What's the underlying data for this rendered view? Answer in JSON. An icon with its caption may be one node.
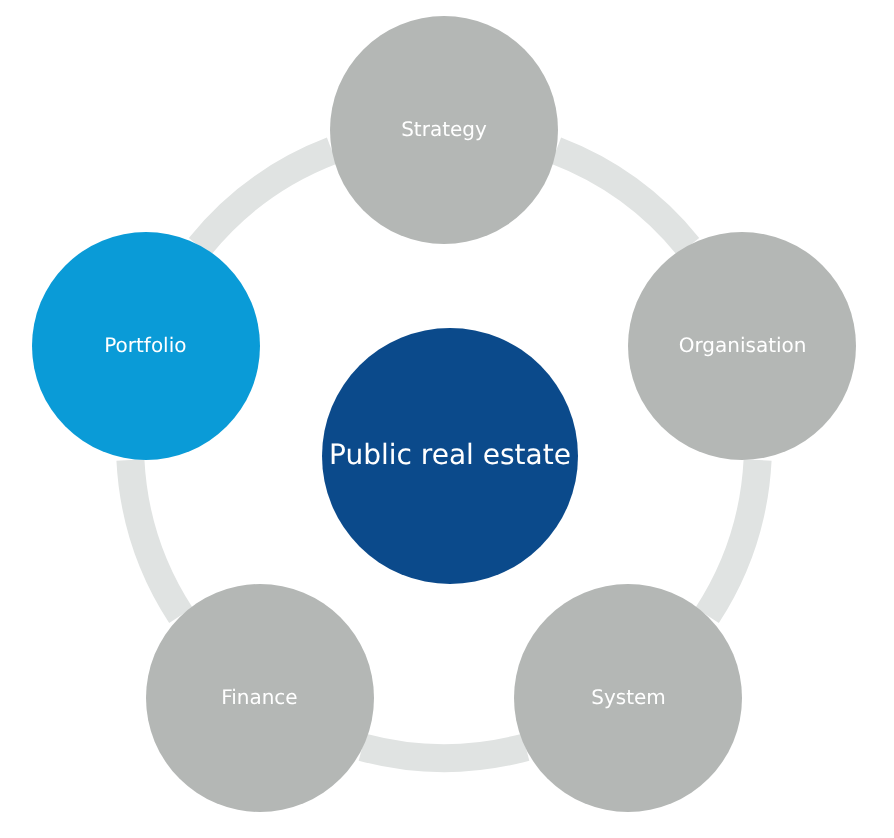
{
  "diagram": {
    "nodes": [
      {
        "text": [
          "Public real estate"
        ]
      },
      {
        "text": [
          "Strategy"
        ]
      },
      {
        "text": [
          "Organisation"
        ]
      },
      {
        "text": [
          "System"
        ]
      },
      {
        "text": [
          "Finance"
        ]
      },
      {
        "text": [
          "Portfolio"
        ]
      }
    ],
    "edges": [
      {
        "from": 1,
        "to": 2,
        "arrow": "none"
      },
      {
        "from": 2,
        "to": 3,
        "arrow": "none"
      },
      {
        "from": 3,
        "to": 4,
        "arrow": "none"
      },
      {
        "from": 4,
        "to": 5,
        "arrow": "none"
      },
      {
        "from": 5,
        "to": 1,
        "arrow": "none"
      }
    ]
  }
}
